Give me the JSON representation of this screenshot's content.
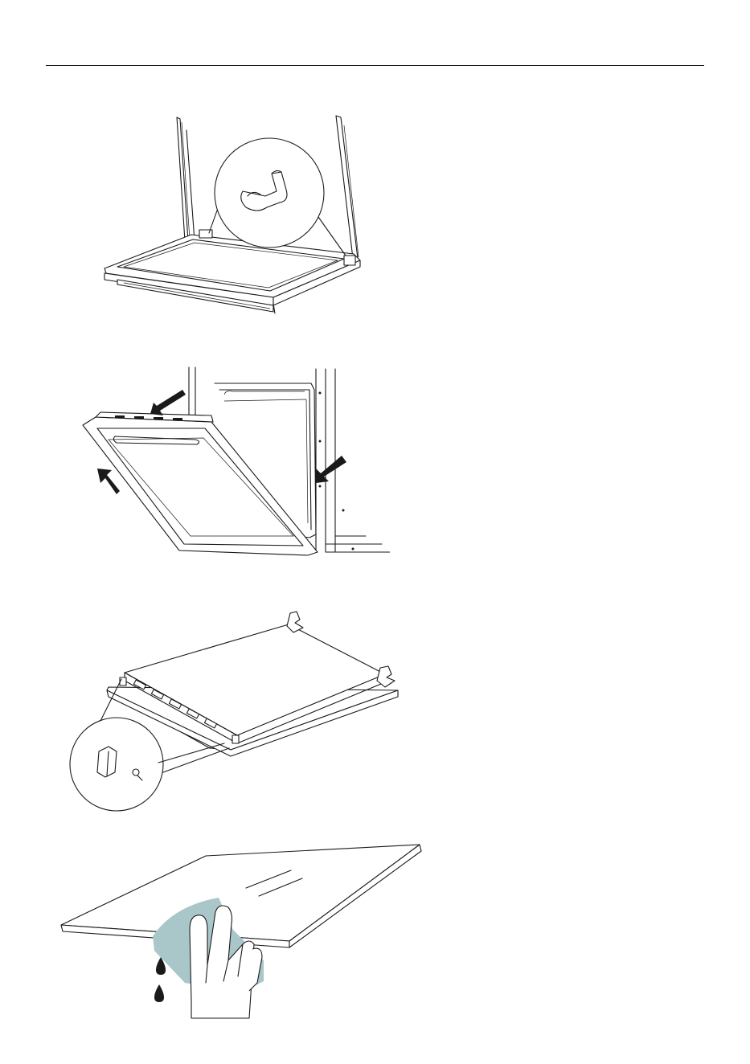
{
  "page": {
    "figures": [
      {
        "id": "fig-1",
        "icon": "door-hinge-lock-illustration"
      },
      {
        "id": "fig-2",
        "icon": "door-removal-arrows-illustration"
      },
      {
        "id": "fig-3",
        "icon": "door-panel-top-trim-illustration"
      },
      {
        "id": "fig-4",
        "icon": "glass-panel-cleaning-illustration"
      }
    ],
    "colors": {
      "line": "#1a1a1a",
      "cloth": "#a9c7c9",
      "background": "#ffffff"
    }
  }
}
